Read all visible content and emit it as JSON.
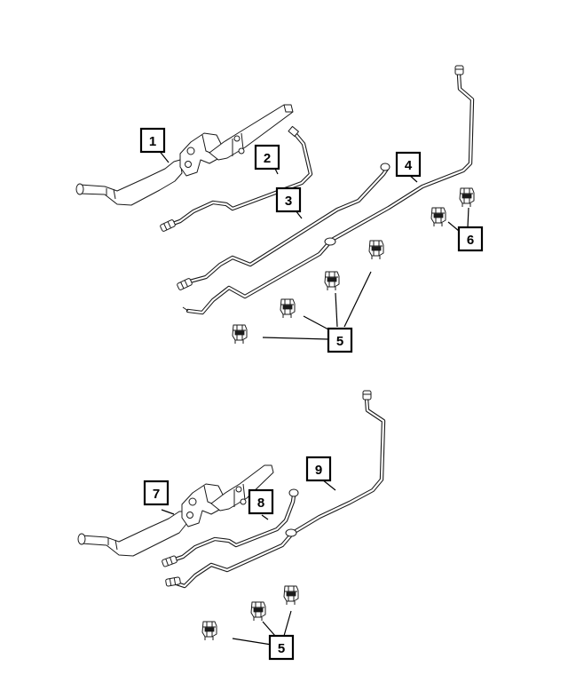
{
  "callouts": {
    "c1": "1",
    "c2": "2",
    "c3": "3",
    "c4": "4",
    "c5a": "5",
    "c6": "6",
    "c7": "7",
    "c8": "8",
    "c9": "9",
    "c5b": "5"
  },
  "colors": {
    "line": "#1a1a1a",
    "background": "#ffffff"
  }
}
